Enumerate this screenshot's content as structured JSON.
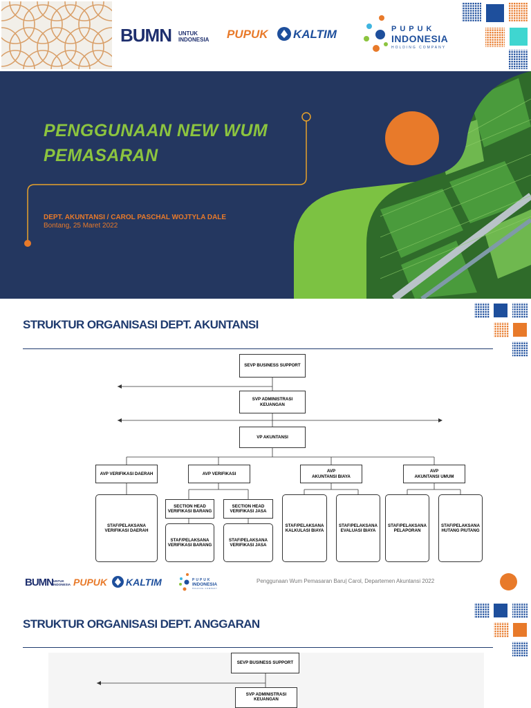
{
  "slide1": {
    "title_line1": "PENGGUNAAN NEW WUM",
    "title_line2": "PEMASARAN",
    "department": "DEPT. AKUNTANSI / CAROL PASCHAL WOJTYLA DALE",
    "date": "Bontang, 25 Maret 2022",
    "logos": {
      "bumn": "BUMN",
      "bumn_sub1": "UNTUK",
      "bumn_sub2": "INDONESIA",
      "pupuk_kaltim_1": "PUPUK",
      "pupuk_kaltim_2": "KALTIM",
      "pupuk_indonesia_1": "PUPUK",
      "pupuk_indonesia_2": "INDONESIA",
      "pupuk_indonesia_3": "HOLDING COMPANY"
    }
  },
  "slide2": {
    "title": "STRUKTUR ORGANISASI DEPT. AKUNTANSI",
    "org": {
      "sevp": "SEVP BUSINESS SUPPORT",
      "svp_1": "SVP ADMINISTRASI",
      "svp_2": "KEUANGAN",
      "vp": "VP AKUNTANSI",
      "avp_daerah": "AVP VERIFIKASI DAERAH",
      "avp_verifikasi": "AVP VERIFIKASI",
      "avp_biaya_1": "AVP",
      "avp_biaya_2": "AKUNTANSI BIAYA",
      "avp_umum_1": "AVP",
      "avp_umum_2": "AKUNTANSI UMUM",
      "sh_barang_1": "SECTION HEAD",
      "sh_barang_2": "VERIFIKASI BARANG",
      "sh_jasa_1": "SECTION HEAD",
      "sh_jasa_2": "VERIFIKASI JASA",
      "staf_daerah_1": "STAF/PELAKSANA",
      "staf_daerah_2": "VERIFIKASI DAERAH",
      "staf_barang_1": "STAF/PELAKSANA",
      "staf_barang_2": "VERIFIKASI BARANG",
      "staf_jasa_1": "STAF/PELAKSANA",
      "staf_jasa_2": "VERIFIKASI JASA",
      "staf_kalkulasi_1": "STAF/PELAKSANA",
      "staf_kalkulasi_2": "KALKULASI BIAYA",
      "staf_evaluasi_1": "STAF/PELAKSANA",
      "staf_evaluasi_2": "EVALUASI BIAYA",
      "staf_pelaporan_1": "STAF/PELAKSANA",
      "staf_pelaporan_2": "PELAPORAN",
      "staf_hutang_1": "STAF/PELAKSANA",
      "staf_hutang_2": "HUTANG PIUTANG"
    },
    "footer": "Penggunaan Wum Pemasaran Baru| Carol, Departemen Akuntansi 2022"
  },
  "slide3": {
    "title": "STRUKTUR ORGANISASI DEPT. ANGGARAN",
    "org": {
      "sevp": "SEVP BUSINESS SUPPORT",
      "svp_1": "SVP ADMINISTRASI",
      "svp_2": "KEUANGAN"
    }
  },
  "colors": {
    "navy": "#243760",
    "green": "#8cc43f",
    "orange": "#e87a2a",
    "blue": "#1e4f9c",
    "cyan": "#3fd6d0",
    "title_blue": "#1e3a6e"
  }
}
